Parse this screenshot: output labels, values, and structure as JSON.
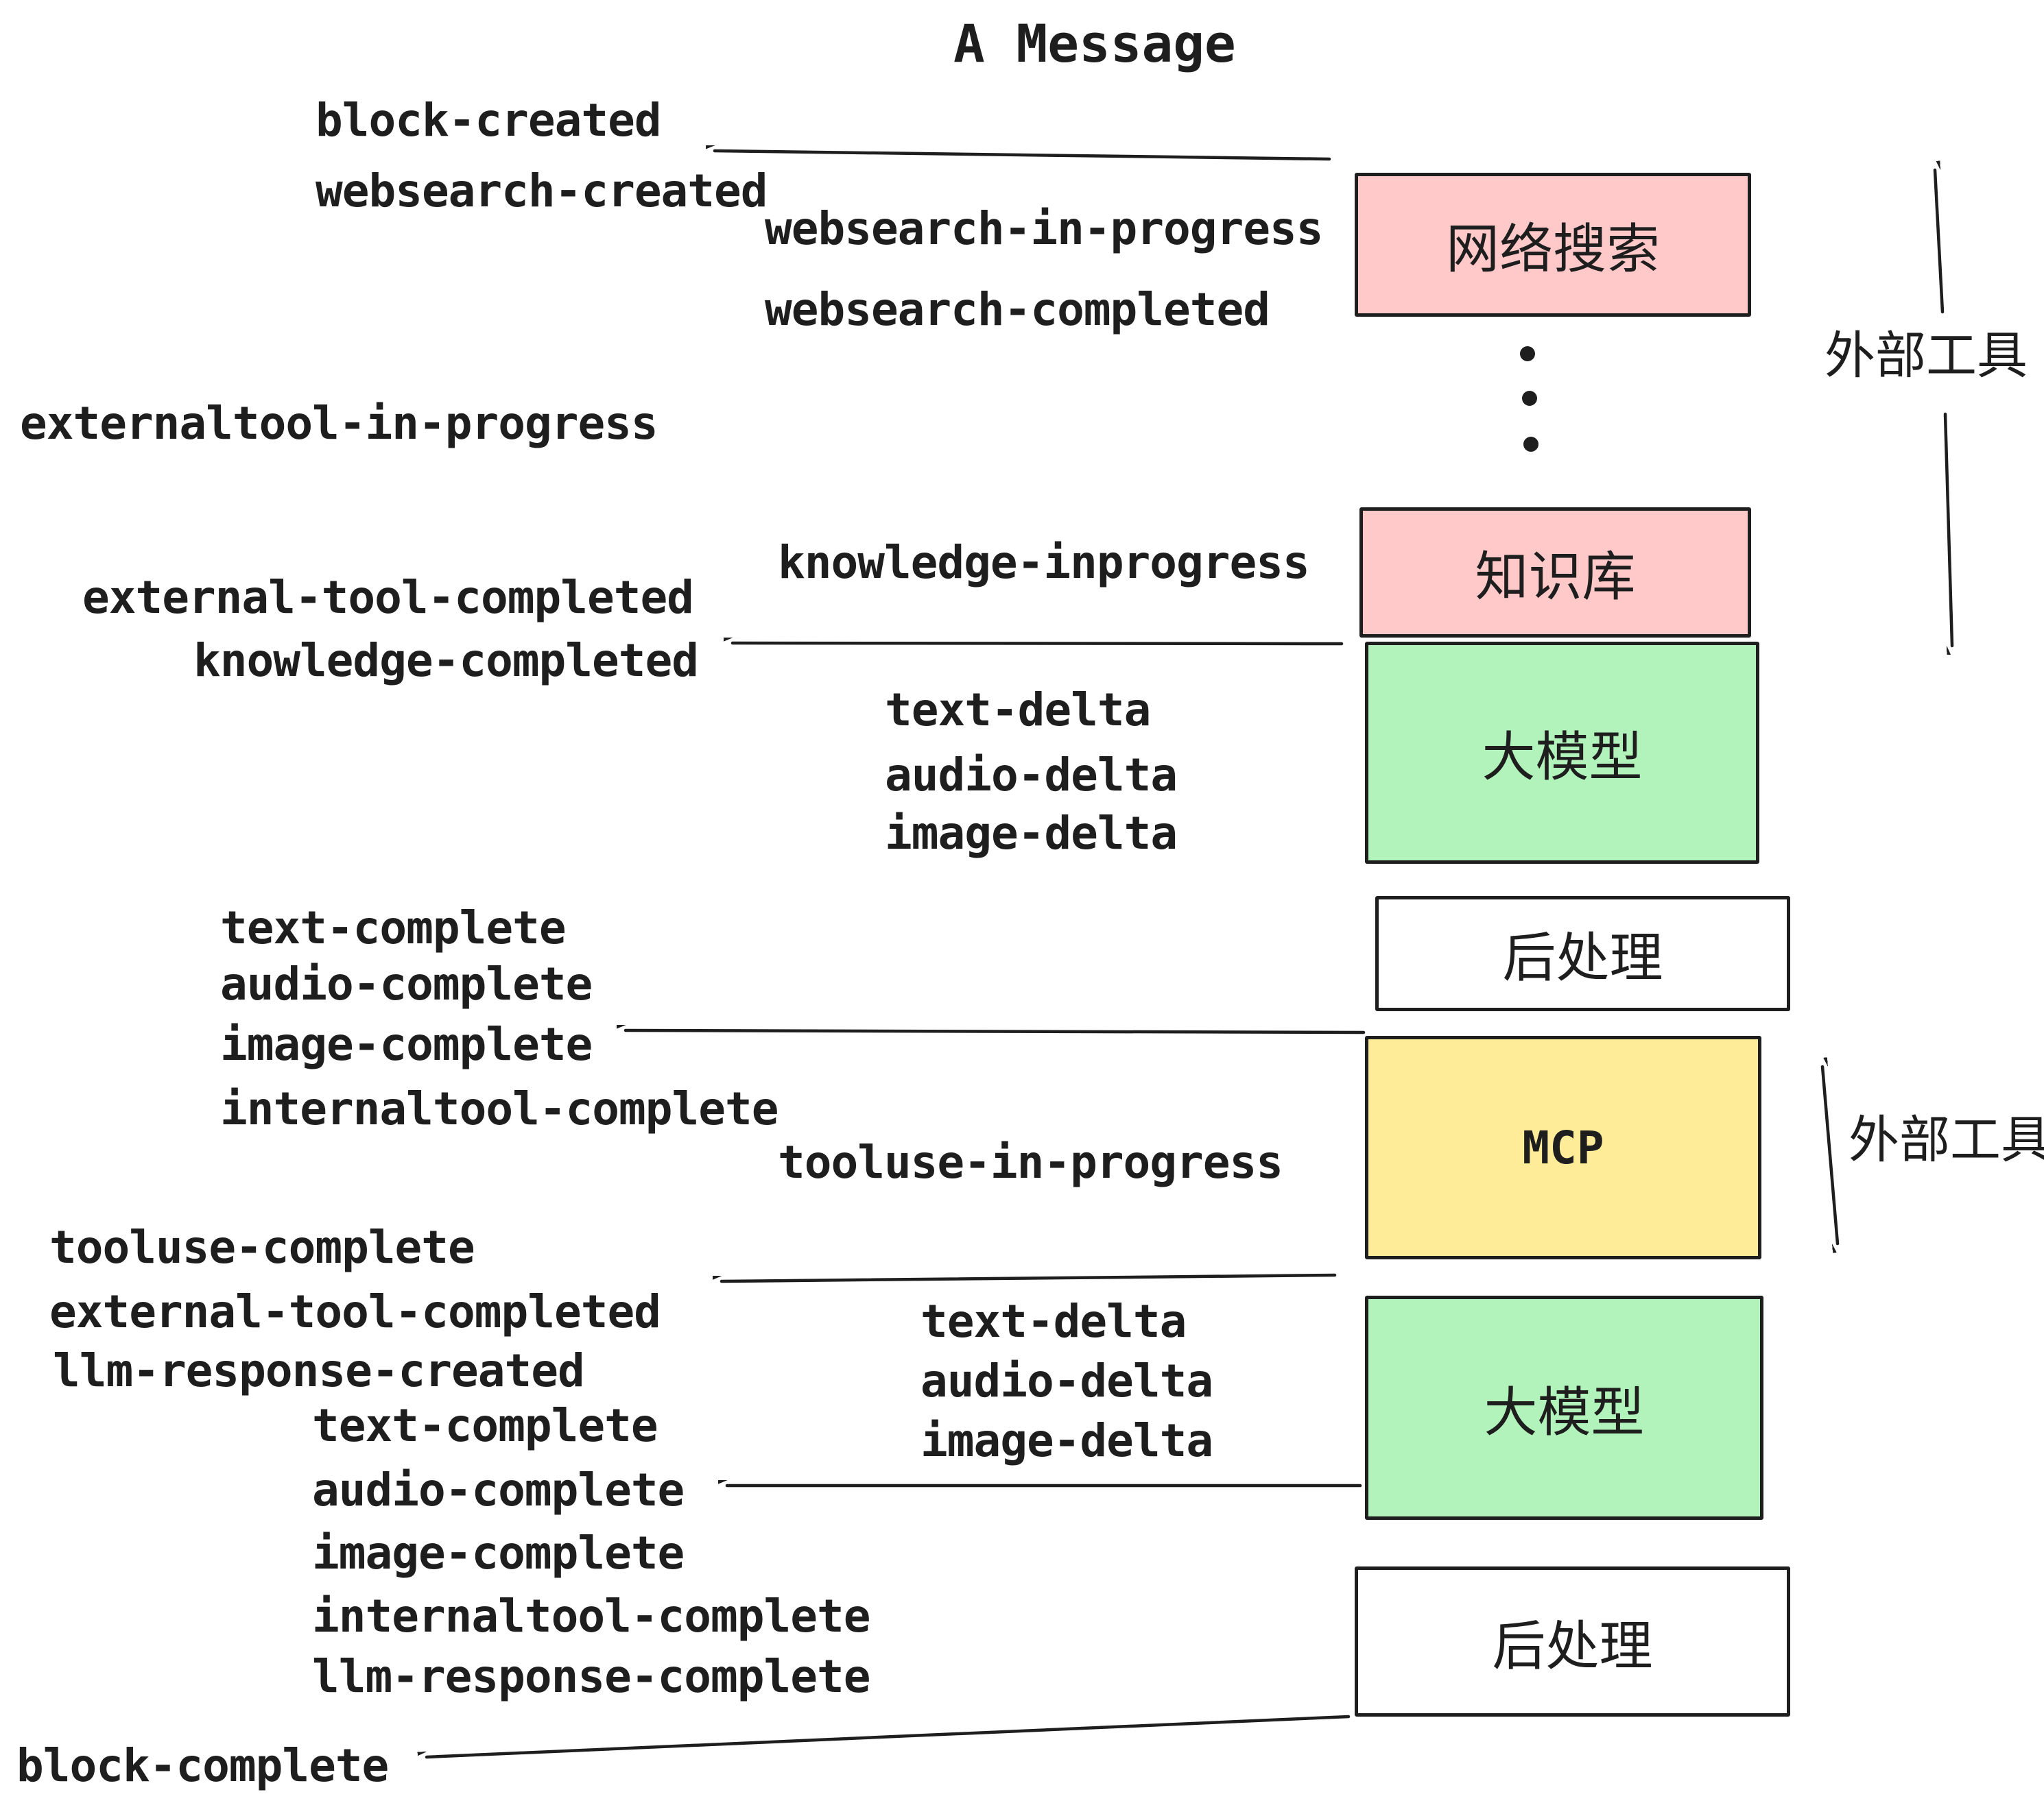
{
  "title": "A Message",
  "events": {
    "block_created": "block-created",
    "websearch_created": "websearch-created",
    "websearch_in_progress": "websearch-in-progress",
    "websearch_completed": "websearch-completed",
    "externaltool_in_progress": "externaltool-in-progress",
    "knowledge_inprogress": "knowledge-inprogress",
    "external_tool_completed": "external-tool-completed",
    "knowledge_completed": "knowledge-completed",
    "text_delta_1": "text-delta",
    "audio_delta_1": "audio-delta",
    "image_delta_1": "image-delta",
    "text_complete_1": "text-complete",
    "audio_complete_1": "audio-complete",
    "image_complete_1": "image-complete",
    "internaltool_complete_1": "internaltool-complete",
    "tooluse_in_progress": "tooluse-in-progress",
    "tooluse_complete": "tooluse-complete",
    "external_tool_completed_2": "external-tool-completed",
    "llm_response_created": "llm-response-created",
    "text_delta_2": "text-delta",
    "audio_delta_2": "audio-delta",
    "image_delta_2": "image-delta",
    "text_complete_2": "text-complete",
    "audio_complete_2": "audio-complete",
    "image_complete_2": "image-complete",
    "internaltool_complete_2": "internaltool-complete",
    "llm_response_complete": "llm-response-complete",
    "block_complete": "block-complete"
  },
  "boxes": {
    "web_search": {
      "label": "网络搜索",
      "fill": "#ffc9c9"
    },
    "knowledge": {
      "label": "知识库",
      "fill": "#ffc9c9"
    },
    "llm_1": {
      "label": "大模型",
      "fill": "#b2f2bb"
    },
    "post_1": {
      "label": "后处理",
      "fill": "#ffffff"
    },
    "mcp": {
      "label": "MCP",
      "fill": "#ffec99"
    },
    "llm_2": {
      "label": "大模型",
      "fill": "#b2f2bb"
    },
    "post_2": {
      "label": "后处理",
      "fill": "#ffffff"
    }
  },
  "annotations": {
    "external_tools_1": "外部工具",
    "external_tools_2": "外部工具"
  },
  "colors": {
    "stroke": "#1e1e1e",
    "pink_fill": "#ffc9c9",
    "green_fill": "#b2f2bb",
    "yellow_fill": "#ffec99",
    "white_fill": "#ffffff",
    "background": "#ffffff"
  }
}
